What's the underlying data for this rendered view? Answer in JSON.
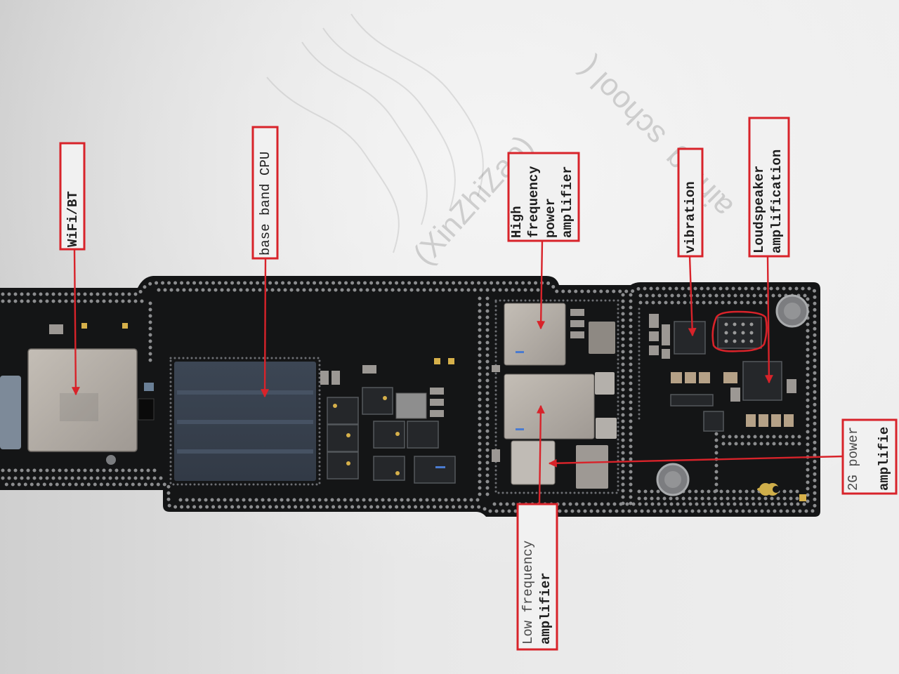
{
  "labels": {
    "wifi_bt": [
      "WiFi/BT"
    ],
    "baseband": [
      "base band CPU"
    ],
    "hf_pa": [
      "High",
      "frequency",
      "power",
      "amplifier"
    ],
    "vibration": [
      "vibration"
    ],
    "speaker_amp": [
      "Loudspeaker",
      "amplification"
    ],
    "pa_2g": [
      "2G power",
      "amplifie"
    ],
    "lf_amp": [
      "Low frequency",
      "amplifier"
    ]
  },
  "watermark": {
    "fragment_1": "aining",
    "fragment_2": "school (",
    "fragment_3": "(XinZhiZao)"
  },
  "colors": {
    "label_red": "#d8232a",
    "board": "#141516",
    "background": "#e4e4e4"
  },
  "icons": {
    "logo": "apple-logo-icon"
  }
}
